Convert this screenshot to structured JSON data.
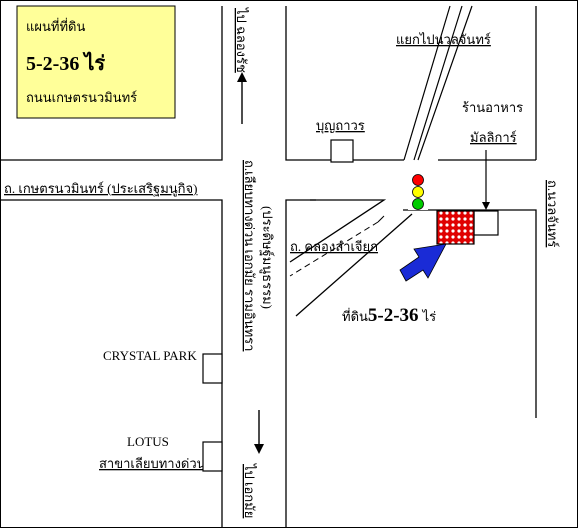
{
  "title_box": {
    "line1": "แผนที่ที่ดิน",
    "line2": "5-2-36 ไร่",
    "line3": "ถนนเกษตรนวมินทร์",
    "bg_color": "#ffff99"
  },
  "roads": {
    "main_horizontal": "ถ. เกษตรนวมินทร์ (ประเสริฐมนูกิจ)",
    "vertical_left": "ถ.เลียบทางด่วน เอกมัย รามอินทรา",
    "vertical_left_alt": "(ประดิษฐ์มนูธรรม)",
    "canal_road": "ถ. คลองลำเจียก",
    "top_arrow_label": "ไป ฉลองรัช",
    "bottom_arrow_label": "ไป เอกมัย",
    "right_vertical": "ถ.นวลจันทร์",
    "junction": "แยกไปนวลจันทร์"
  },
  "landmarks": {
    "bunthavorn": "บุญถาวร",
    "restaurant_line1": "ร้านอาหาร",
    "restaurant_line2": "มัลลิการ์",
    "crystal_park": "CRYSTAL PARK",
    "lotus_line1": "LOTUS",
    "lotus_line2": "สาขาเลียบทางด่วน"
  },
  "site": {
    "label": "ที่ดิน",
    "size": "5-2-36",
    "unit": "ไร่",
    "color": "#cc0000"
  },
  "traffic_light": {
    "colors": [
      "#ff0000",
      "#ffff00",
      "#00cc00"
    ]
  },
  "arrow_color": "#1a2bd6"
}
